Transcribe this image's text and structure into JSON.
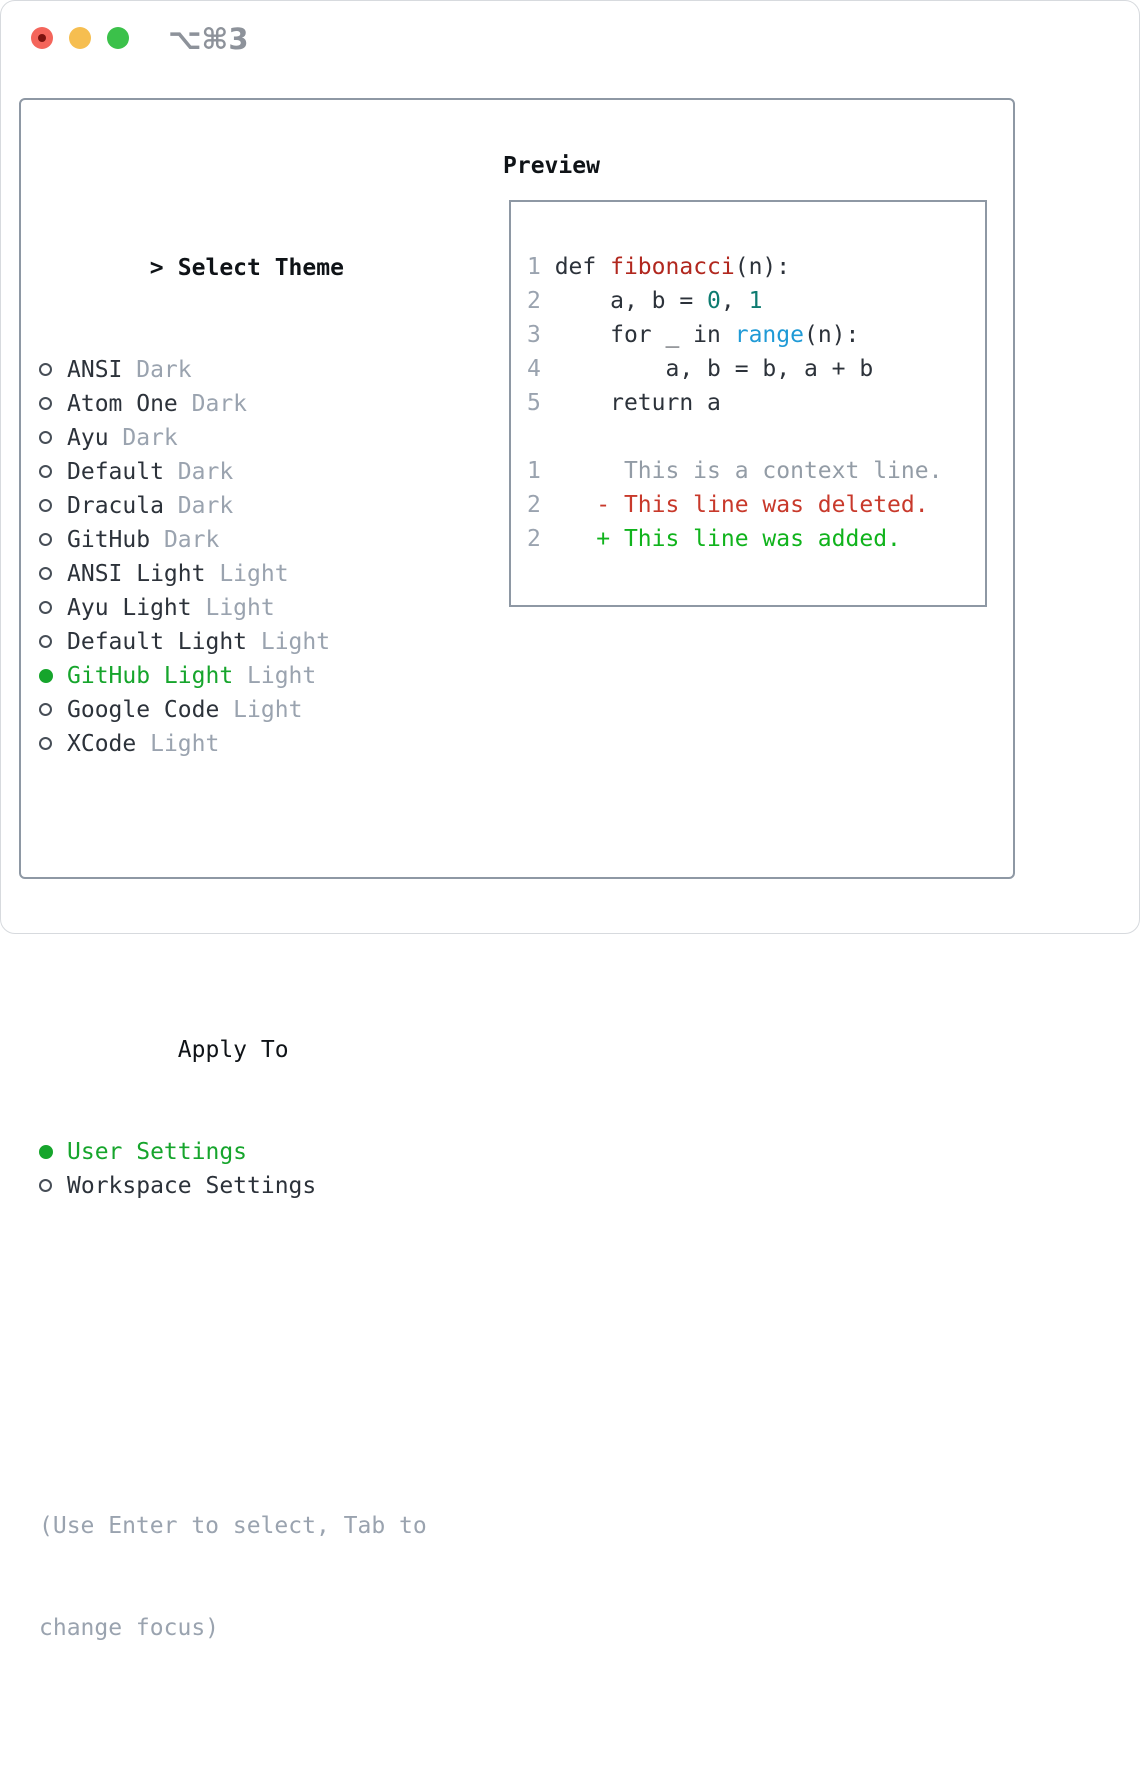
{
  "colors": {
    "fg": "#2c323a",
    "dim": "#9aa3af",
    "header": "#0f1317",
    "green": "#16a52c",
    "radio": "#474e57",
    "panel_border": "#8e98a4",
    "title": "#8d929a",
    "traffic_red": "#f4655b",
    "traffic_red_dot": "#7c130f",
    "traffic_yellow": "#f6be50",
    "traffic_green": "#3bc14a"
  },
  "window": {
    "shortcut": "⌥⌘3"
  },
  "left": {
    "select_header_prefix": ">",
    "select_header": "Select Theme",
    "themes": [
      {
        "name": "ANSI",
        "tag": "Dark",
        "selected": false
      },
      {
        "name": "Atom One",
        "tag": "Dark",
        "selected": false
      },
      {
        "name": "Ayu",
        "tag": "Dark",
        "selected": false
      },
      {
        "name": "Default",
        "tag": "Dark",
        "selected": false
      },
      {
        "name": "Dracula",
        "tag": "Dark",
        "selected": false
      },
      {
        "name": "GitHub",
        "tag": "Dark",
        "selected": false
      },
      {
        "name": "ANSI Light",
        "tag": "Light",
        "selected": false
      },
      {
        "name": "Ayu Light",
        "tag": "Light",
        "selected": false
      },
      {
        "name": "Default Light",
        "tag": "Light",
        "selected": false
      },
      {
        "name": "GitHub Light",
        "tag": "Light",
        "selected": true
      },
      {
        "name": "Google Code",
        "tag": "Light",
        "selected": false
      },
      {
        "name": "XCode",
        "tag": "Light",
        "selected": false
      }
    ],
    "apply_header": "Apply To",
    "apply_options": [
      {
        "name": "User Settings",
        "selected": true
      },
      {
        "name": "Workspace Settings",
        "selected": false
      }
    ],
    "hint_lines": [
      "(Use Enter to select, Tab to",
      "change focus)"
    ]
  },
  "preview": {
    "header": "Preview",
    "token_colors": {
      "ln": "#9aa3af",
      "fg": "#2c323a",
      "func": "#b1271e",
      "num": "#0d7b70",
      "builtin": "#1f9ad6",
      "ctx": "#939ca6",
      "del": "#c8392b",
      "add": "#10b31c"
    },
    "lines": [
      {
        "num": "1",
        "tokens": [
          {
            "t": " def ",
            "c": "fg"
          },
          {
            "t": "fibonacci",
            "c": "func"
          },
          {
            "t": "(n):",
            "c": "fg"
          }
        ]
      },
      {
        "num": "2",
        "tokens": [
          {
            "t": "     a, b = ",
            "c": "fg"
          },
          {
            "t": "0",
            "c": "num"
          },
          {
            "t": ", ",
            "c": "fg"
          },
          {
            "t": "1",
            "c": "num"
          }
        ]
      },
      {
        "num": "3",
        "tokens": [
          {
            "t": "     for _ in ",
            "c": "fg"
          },
          {
            "t": "range",
            "c": "builtin"
          },
          {
            "t": "(n):",
            "c": "fg"
          }
        ]
      },
      {
        "num": "4",
        "tokens": [
          {
            "t": "         a, b = b, a + b",
            "c": "fg"
          }
        ]
      },
      {
        "num": "5",
        "tokens": [
          {
            "t": "     return a",
            "c": "fg"
          }
        ]
      },
      {
        "num": "",
        "tokens": []
      },
      {
        "num": "1",
        "tokens": [
          {
            "t": "      This is a context line.",
            "c": "ctx"
          }
        ]
      },
      {
        "num": "2",
        "tokens": [
          {
            "t": "    - This line was deleted.",
            "c": "del"
          }
        ]
      },
      {
        "num": "2",
        "tokens": [
          {
            "t": "    + This line was added.",
            "c": "add"
          }
        ]
      }
    ]
  }
}
